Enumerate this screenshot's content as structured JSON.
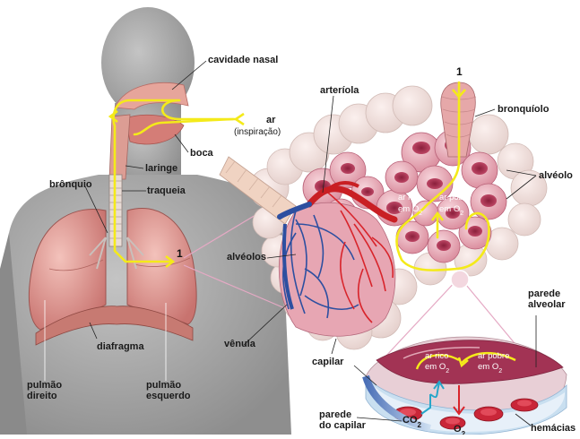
{
  "labels": {
    "cavidade_nasal": "cavidade nasal",
    "ar": "ar",
    "inspiracao": "(inspiração)",
    "boca": "boca",
    "laringe": "laringe",
    "bronquio": "brônquio",
    "traqueia": "traqueia",
    "alveolos": "alvéolos",
    "diafragma": "diafragma",
    "pulmao_direito_1": "pulmão",
    "pulmao_direito_2": "direito",
    "pulmao_esquerdo_1": "pulmão",
    "pulmao_esquerdo_2": "esquerdo",
    "venula": "vênula",
    "arteriola": "arteríola",
    "bronquiolo": "bronquíolo",
    "alveolo": "alvéolo",
    "capilar": "capilar",
    "parede_alveolar_1": "parede",
    "parede_alveolar_2": "alveolar",
    "parede_capilar_1": "parede",
    "parede_capilar_2": "do capilar",
    "hemacias": "hemácias",
    "ar_rico_1": "ar rico",
    "ar_rico_2": "em O",
    "ar_pobre_1": "ar pobre",
    "ar_pobre_2": "em O",
    "sub2": "2",
    "co2": "CO",
    "o2": "O",
    "num1": "1"
  },
  "colors": {
    "air_path": "#f4ea1a",
    "artery": "#d8242b",
    "vein": "#2d4fa0",
    "lung": "#e9a6a0",
    "alveolus": "#e4899a",
    "body": "#a6a6a6"
  }
}
